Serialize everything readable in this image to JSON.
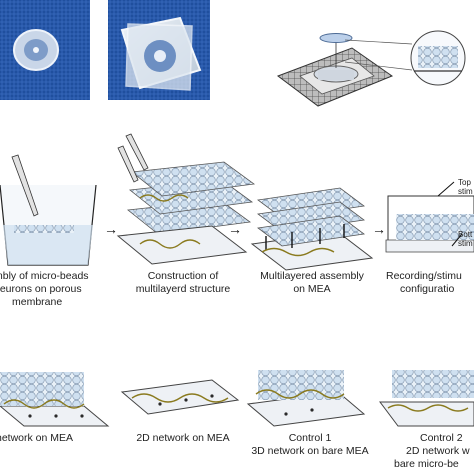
{
  "row2": {
    "captions": [
      {
        "l1": "mbly of micro-beads",
        "l2": "neurons on porous",
        "l3": "membrane"
      },
      {
        "l1": "Construction of",
        "l2": "multilayerd structure"
      },
      {
        "l1": "Multilayered assembly",
        "l2": "on MEA"
      },
      {
        "l1": "Recording/stimu",
        "l2": "configuratio"
      }
    ],
    "labels": {
      "top": "Top",
      "top2": "stim",
      "bottom": "Bott",
      "bottom2": "stim"
    }
  },
  "row3": {
    "captions": [
      {
        "l1": "network on MEA"
      },
      {
        "l1": "2D network on MEA"
      },
      {
        "l1": "Control 1",
        "l2": "3D network on bare MEA"
      },
      {
        "l1": "Control 2",
        "l2": "2D network w",
        "l3": "bare micro-be"
      }
    ]
  },
  "arrows": [
    "→",
    "→",
    "→"
  ],
  "colors": {
    "fabric": "#1f4f9e",
    "bead": "#cfe0f0",
    "bead_stroke": "#7a8fa8",
    "neuron": "#8a7a1e",
    "electrode": "#2a2a2a"
  }
}
